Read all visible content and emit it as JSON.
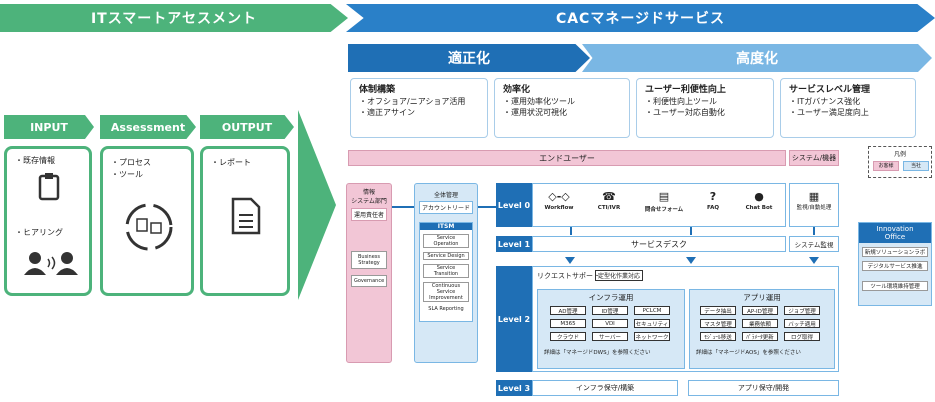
{
  "banners": {
    "left": "ITスマートアセスメント",
    "right": "CACマネージドサービス"
  },
  "steps": [
    {
      "label": "INPUT",
      "items": [
        "・既存情報",
        "・ヒアリング"
      ]
    },
    {
      "label": "Assessment",
      "items": [
        "・プロセス",
        "・ツール"
      ]
    },
    {
      "label": "OUTPUT",
      "items": [
        "・レポート"
      ]
    }
  ],
  "phases": {
    "p1": "適正化",
    "p2": "高度化"
  },
  "categories": [
    {
      "title": "体制構築",
      "items": [
        "・オフショア/ニアショア活用",
        "・適正アサイン"
      ]
    },
    {
      "title": "効率化",
      "items": [
        "・運用効率化ツール",
        "・運用状況可視化"
      ]
    },
    {
      "title": "ユーザー利便性向上",
      "items": [
        "・利便性向上ツール",
        "・ユーザー対応自動化"
      ]
    },
    {
      "title": "サービスレベル管理",
      "items": [
        "・ITガバナンス強化",
        "・ユーザー満足度向上"
      ]
    }
  ],
  "legend": {
    "title": "凡例",
    "customer": "お客様",
    "company": "当社"
  },
  "enduser": "エンドユーザー",
  "system_device": "システム/機器",
  "left_org": {
    "title1": "情報",
    "title2": "システム部門",
    "role": "運用責任者",
    "item1a": "Business",
    "item1b": "Strategy",
    "item2": "Governance"
  },
  "mgmt": {
    "title": "全体管理",
    "account": "アカウントリード",
    "itsm": "ITSM",
    "items": [
      "Service Operation",
      "Service Design",
      "Service Transition",
      "Continuous Service",
      "Improvement"
    ],
    "sla": "SLA Reporting"
  },
  "levels": {
    "l0": "Level 0",
    "l1": "Level 1",
    "l2": "Level 2",
    "l3": "Level 3"
  },
  "level0_icons": [
    {
      "icon": "◇-◇",
      "label": "Workflow"
    },
    {
      "icon": "☎",
      "label": "CTI/IVR"
    },
    {
      "icon": "▤",
      "label": "問合せフォーム"
    },
    {
      "icon": "?",
      "label": "FAQ"
    },
    {
      "icon": "●",
      "label": "Chat Bot"
    }
  ],
  "monitor": "監視/自動処理",
  "l1_servicedesk": "サービスデスク",
  "l1_monitor": "システム監視",
  "l2": {
    "request": "リクエストサポート",
    "routine": "定型化作業対応",
    "infra_title": "インフラ運用",
    "infra_cells": [
      "AD管理",
      "ID管理",
      "PCLCM",
      "M365",
      "VDI",
      "セキュリティ",
      "クラウド",
      "サーバー",
      "ネットワーク"
    ],
    "infra_note": "詳細は「マネージドDWS」を参照ください",
    "app_title": "アプリ運用",
    "app_cells": [
      "データ抽出",
      "AP-ID管理",
      "ジョブ管理",
      "マスタ管理",
      "業務依頼",
      "バッチ適用",
      "ﾓｼﾞｭｰﾙ移送",
      "ﾊﾟﾗﾒｰﾀ更新",
      "ログ取得"
    ],
    "app_note": "詳細は「マネージドAOS」を参照ください"
  },
  "l3": {
    "infra": "インフラ保守/構築",
    "app": "アプリ保守/開発"
  },
  "innovation": {
    "title1": "Innovation",
    "title2": "Office",
    "items": [
      "新規ソリューションラボ",
      "デジタルサービス推進"
    ],
    "tool": "ツール環境維持管理"
  }
}
